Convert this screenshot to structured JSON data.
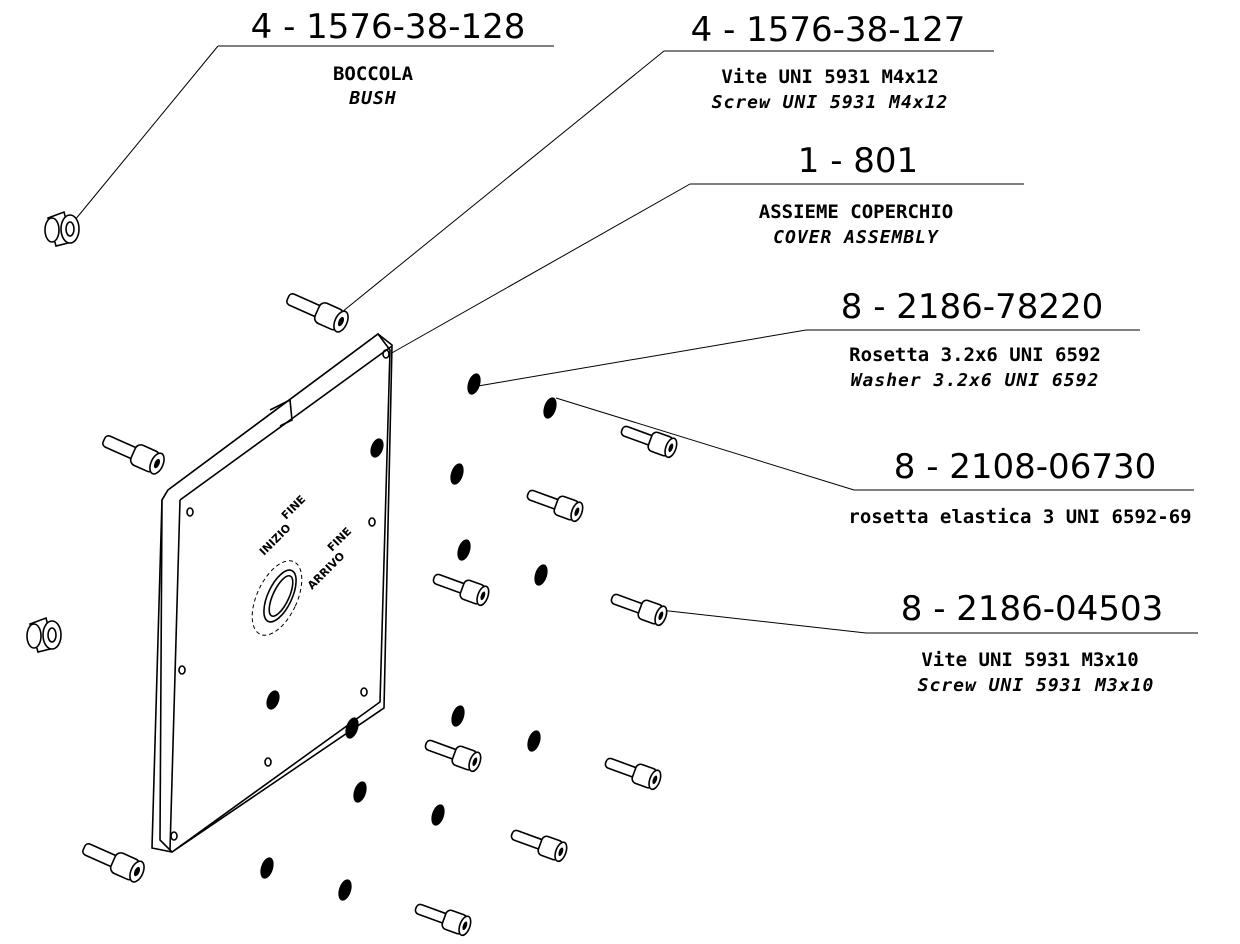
{
  "callouts": [
    {
      "part_number": "4 - 1576-38-128",
      "desc_it": "BOCCOLA",
      "desc_en": "BUSH"
    },
    {
      "part_number": "4 - 1576-38-127",
      "desc_it": "Vite  UNI 5931 M4x12",
      "desc_en": "Screw  UNI 5931 M4x12"
    },
    {
      "part_number": "1 - 801",
      "desc_it": "ASSIEME COPERCHIO",
      "desc_en": "COVER ASSEMBLY"
    },
    {
      "part_number": "8 - 2186-78220",
      "desc_it": "Rosetta 3.2x6  UNI 6592",
      "desc_en": "Washer 3.2x6  UNI 6592"
    },
    {
      "part_number": "8 - 2108-06730",
      "desc_it": "rosetta elastica 3  UNI 6592-69"
    },
    {
      "part_number": "8 - 2186-04503",
      "desc_it": "Vite UNI 5931  M3x10",
      "desc_en": "Screw UNI 5931  M3x10"
    }
  ],
  "plate_labels": {
    "line1": "FINE",
    "line2": "INIZIO",
    "line3": "FINE",
    "line4": "ARRIVO"
  },
  "colors": {
    "line": "#000000",
    "background": "#ffffff"
  }
}
